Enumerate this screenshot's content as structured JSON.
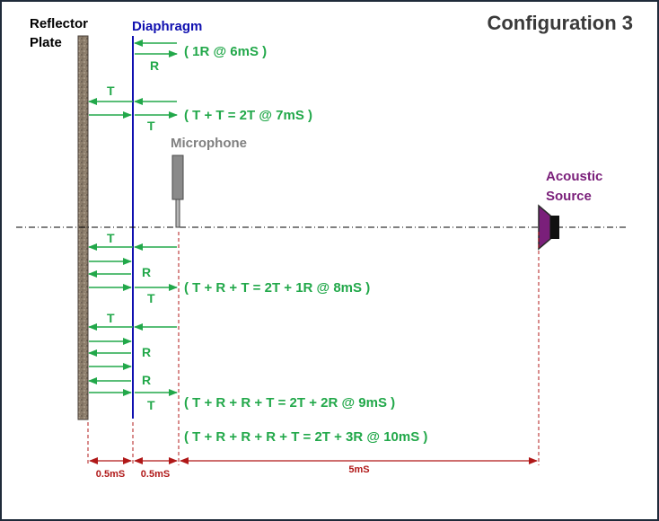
{
  "title": "Configuration 3",
  "labels": {
    "reflector_line1": "Reflector",
    "reflector_line2": "Plate",
    "diaphragm": "Diaphragm",
    "microphone": "Microphone",
    "source_line1": "Acoustic",
    "source_line2": "Source"
  },
  "equations": {
    "e1": "( 1R @ 6mS )",
    "e2": "( T + T = 2T @ 7mS )",
    "e3": "( T + R + T = 2T + 1R @ 8mS )",
    "e4": "( T + R + R + T = 2T + 2R @ 9mS )",
    "e5": "( T + R + R + R + T = 2T + 3R @ 10mS )"
  },
  "arrow_letters": {
    "R": "R",
    "T": "T"
  },
  "timings": {
    "t1": "0.5mS",
    "t2": "0.5mS",
    "t3": "5mS"
  },
  "colors": {
    "green": "#22a84a",
    "diaphragm": "#1010b0",
    "dim_red": "#b01818",
    "source": "#7a1f7a",
    "mic_gray": "#808080",
    "title": "#3a3a3a"
  }
}
